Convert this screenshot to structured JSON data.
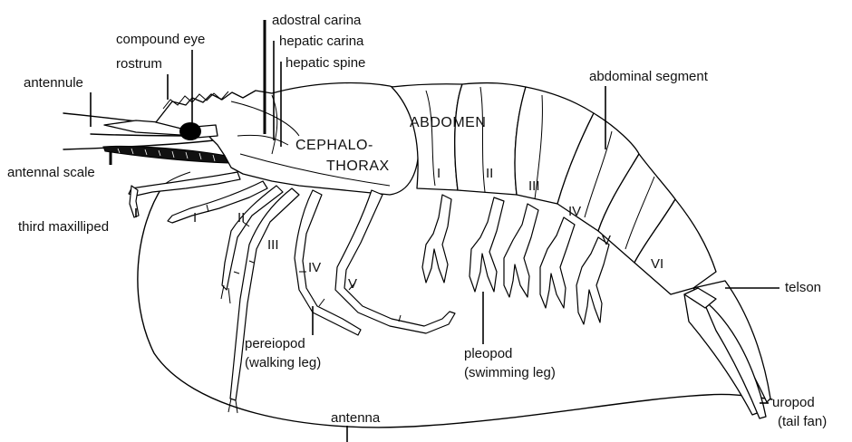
{
  "labels": {
    "adostral_carina": "adostral carina",
    "hepatic_carina": "hepatic carina",
    "compound_eye": "compound eye",
    "hepatic_spine": "hepatic spine",
    "rostrum": "rostrum",
    "antennule": "antennule",
    "abdominal_segment": "abdominal segment",
    "abdomen": "ABDOMEN",
    "cephalothorax_line1": "CEPHALO-",
    "cephalothorax_line2": "THORAX",
    "antennal_scale": "antennal scale",
    "third_maxilliped": "third maxilliped",
    "telson": "telson",
    "pereiopod_line1": "pereiopod",
    "pereiopod_line2": "(walking leg)",
    "pleopod_line1": "pleopod",
    "pleopod_line2": "(swimming leg)",
    "uropod_line1": "uropod",
    "uropod_line2": "(tail fan)",
    "antenna": "antenna"
  },
  "pereiopod_numerals": [
    "I",
    "II",
    "III",
    "IV",
    "V"
  ],
  "abdominal_numerals": [
    "I",
    "II",
    "III",
    "IV",
    "V",
    "VI"
  ]
}
